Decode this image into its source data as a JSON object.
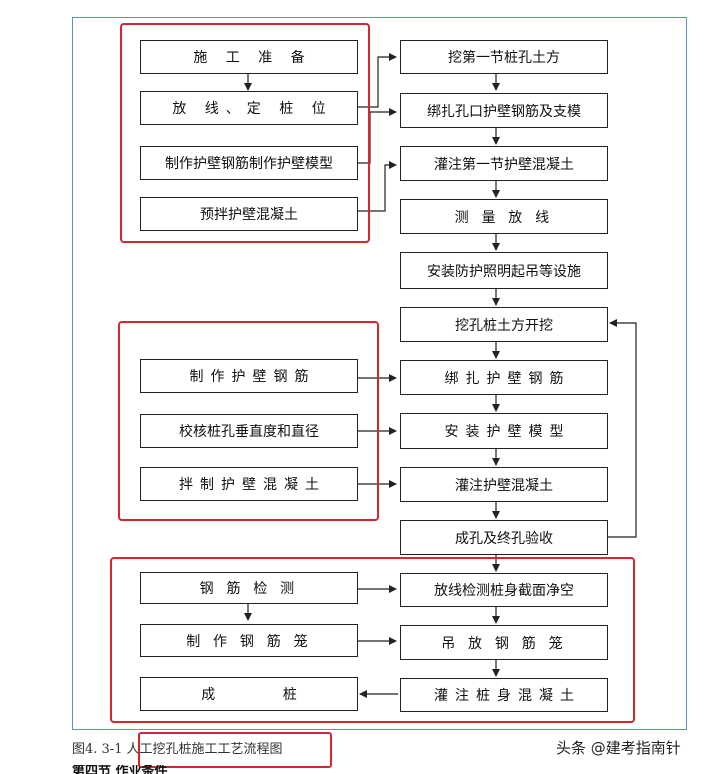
{
  "left_steps": {
    "l1": "施 工 准 备",
    "l2": "放 线、定 桩 位",
    "l3": "制作护壁钢筋制作护壁模型",
    "l4": "预拌护壁混凝土",
    "l5": "制作护壁钢筋",
    "l6": "校核桩孔垂直度和直径",
    "l7": "拌制护壁混凝土",
    "l8": "钢 筋 检 测",
    "l9": "制 作 钢 筋 笼",
    "l10": "成 桩"
  },
  "right_steps": {
    "r1": "挖第一节桩孔土方",
    "r2": "绑扎孔口护壁钢筋及支模",
    "r3": "灌注第一节护壁混凝土",
    "r4": "测 量 放 线",
    "r5": "安装防护照明起吊等设施",
    "r6": "挖孔桩土方开挖",
    "r7": "绑扎护壁钢筋",
    "r8": "安装护壁模型",
    "r9": "灌注护壁混凝土",
    "r10": "成孔及终孔验收",
    "r11": "放线检测桩身截面净空",
    "r12": "吊 放 钢 筋 笼",
    "r13": "灌注桩身混凝土"
  },
  "caption": {
    "prefix": "图4. 3-1",
    "title": "人工挖孔桩施工工艺流程图"
  },
  "next_line": "第四节 作业条件",
  "watermark": "头条 @建考指南针",
  "colors": {
    "frame": "#5b8fd8",
    "highlight": "#d9262e",
    "box_border": "#222222"
  }
}
